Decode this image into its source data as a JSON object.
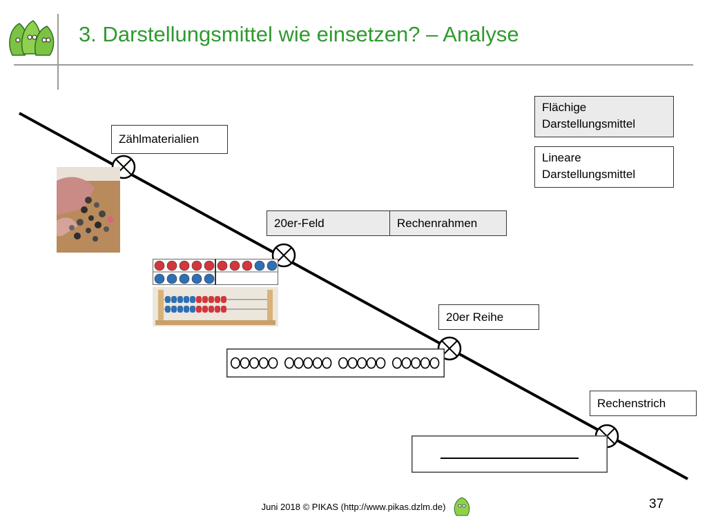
{
  "slide": {
    "title": "3. Darstellungsmittel wie einsetzen? – Analyse",
    "page_number": "37",
    "footer": "Juni 2018 © PIKAS (http://www.pikas.dzlm.de)"
  },
  "legend": {
    "flat": "Flächige Darstellungsmittel",
    "linear": "Lineare Darstellungsmittel"
  },
  "labels": {
    "counting": "Zählmaterialien",
    "field20": "20er-Feld",
    "abacus": "Rechenrahmen",
    "row20": "20er Reihe",
    "numberline": "Rechenstrich"
  },
  "twenty_field": {
    "row1": [
      "red",
      "red",
      "red",
      "red",
      "red",
      "red",
      "red",
      "red",
      "blue",
      "blue"
    ],
    "row2": [
      "blue",
      "blue",
      "blue",
      "blue",
      "blue",
      "",
      "",
      "",
      "",
      ""
    ]
  },
  "colors": {
    "title": "#2f9a2f",
    "red_dot": "#d2373b",
    "blue_dot": "#2f6fb3",
    "gray_fill": "#ebebeb"
  }
}
